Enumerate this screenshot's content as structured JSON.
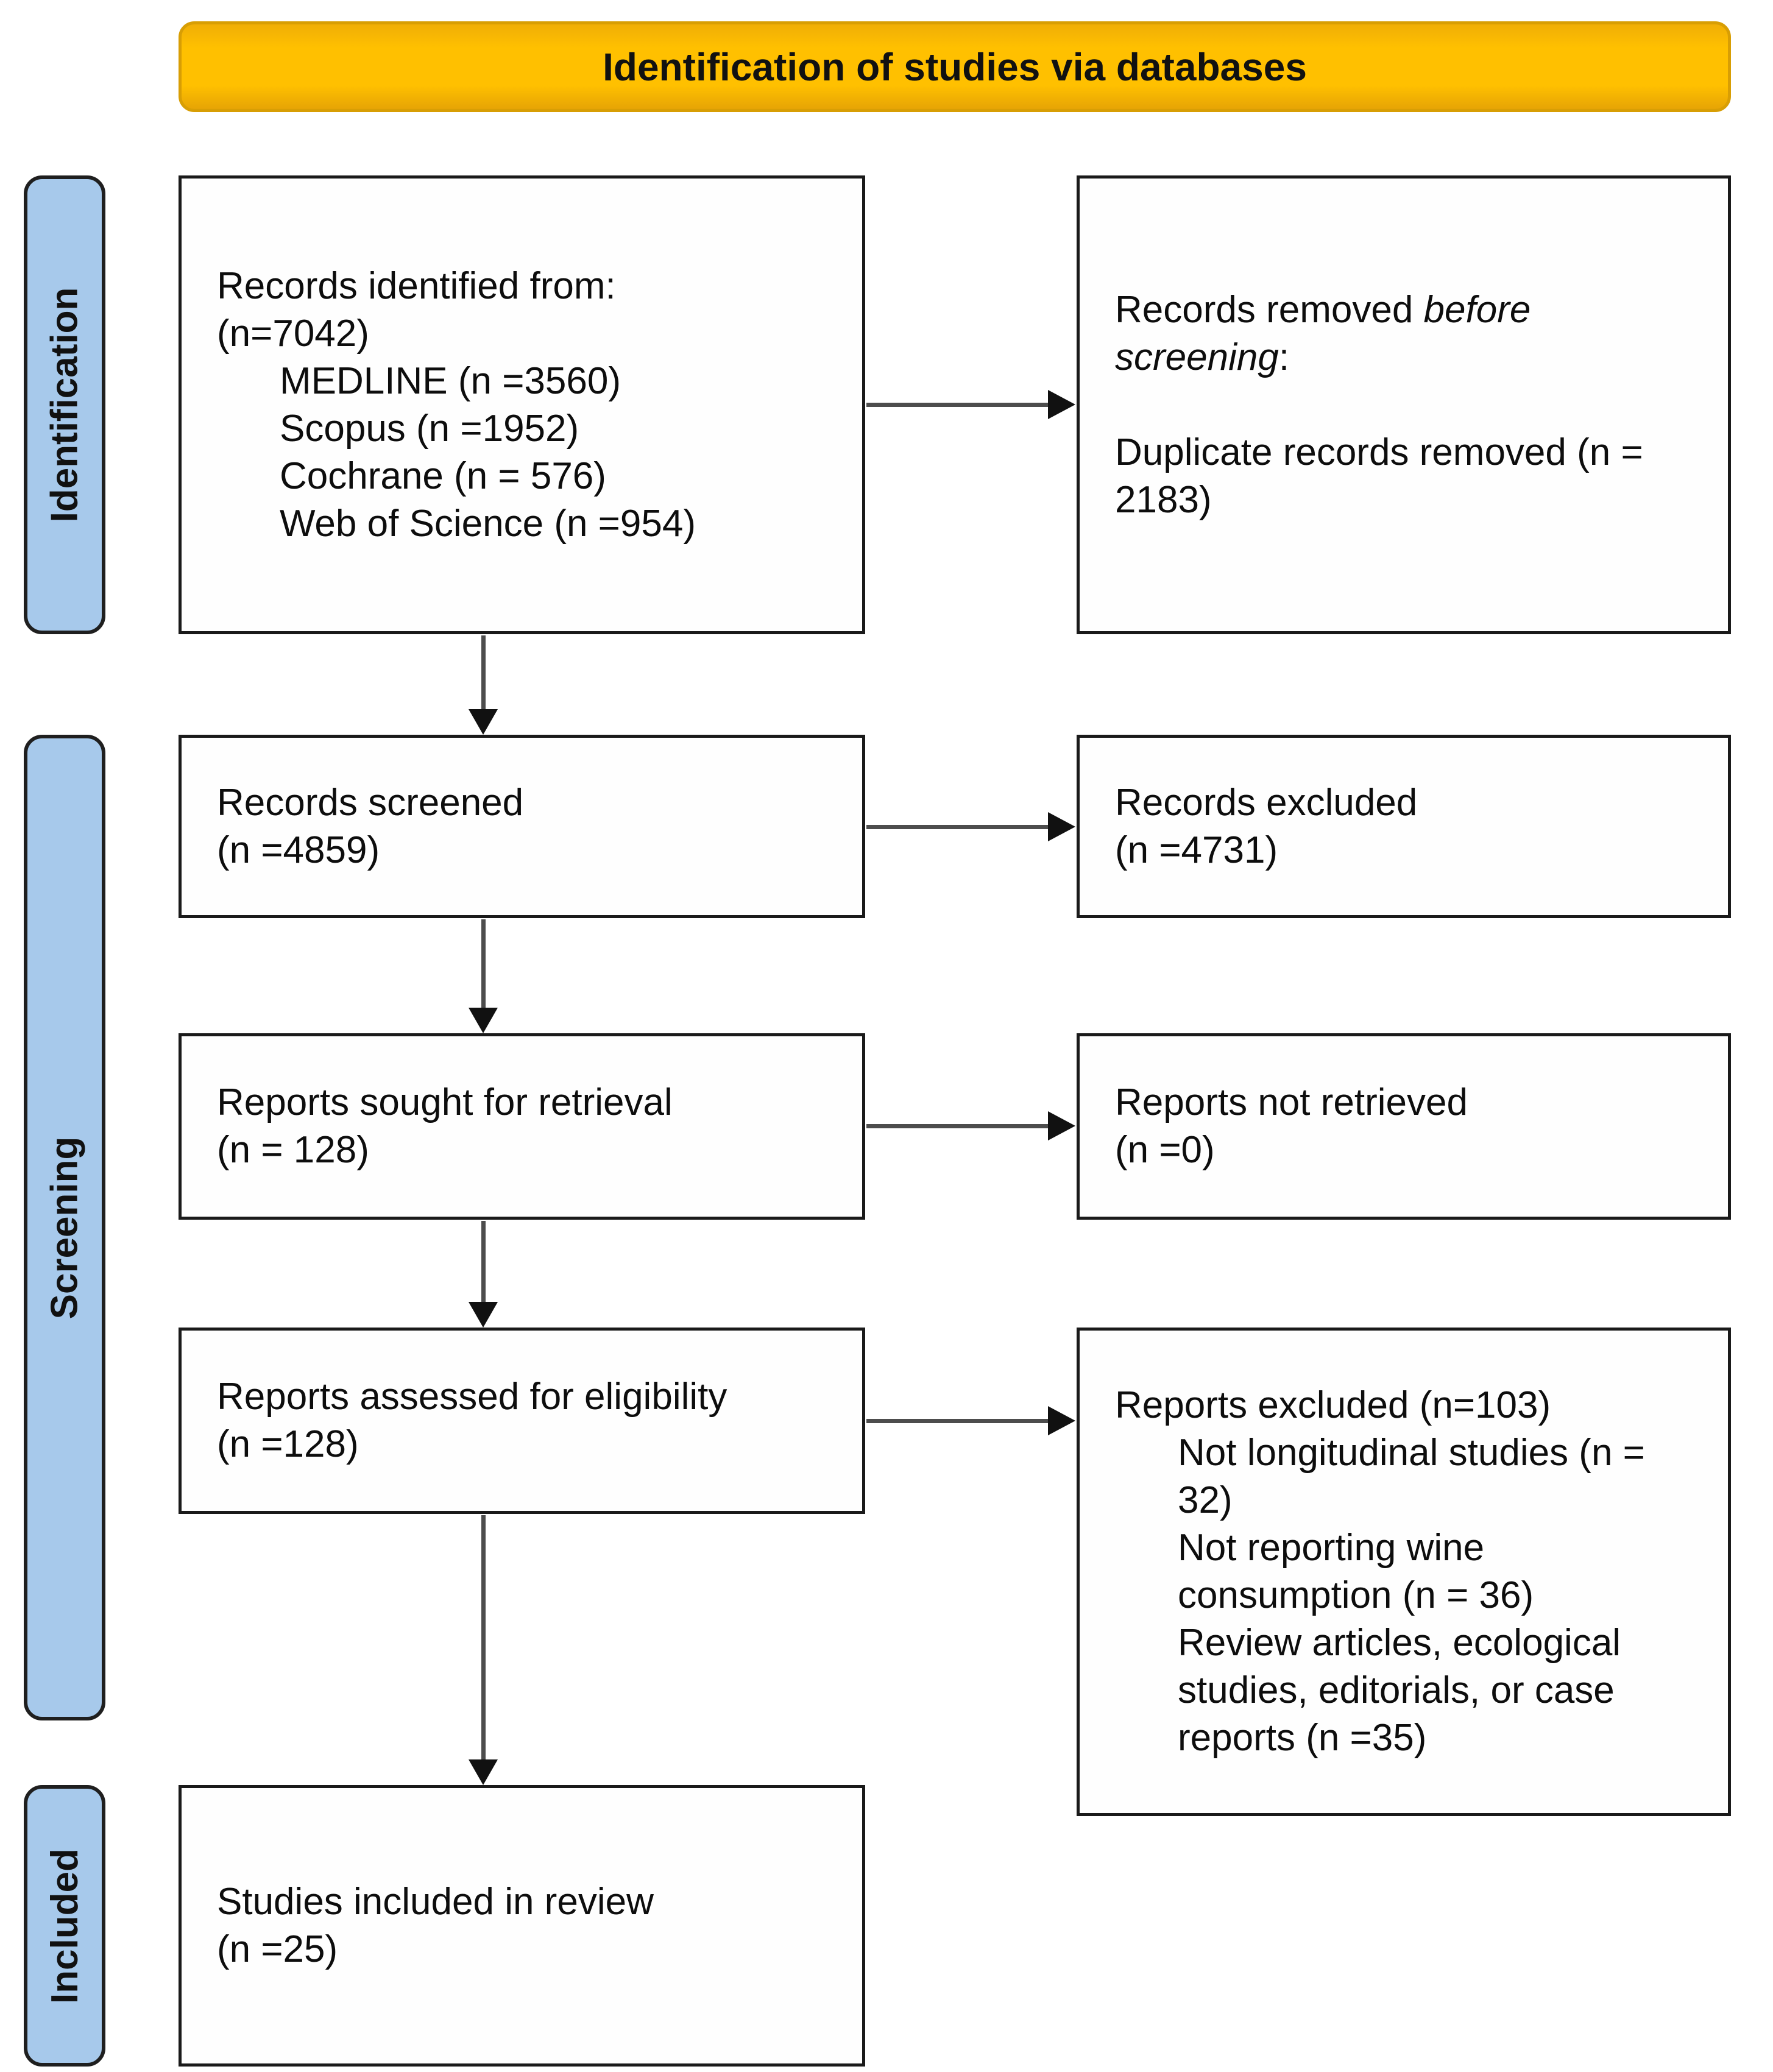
{
  "header": {
    "title": "Identification of studies via databases"
  },
  "sidebar": {
    "stages": [
      {
        "label": "Identification"
      },
      {
        "label": "Screening"
      },
      {
        "label": "Included"
      }
    ]
  },
  "boxes": {
    "records_identified": {
      "lines": [
        "Records identified from:",
        "(n=7042)"
      ],
      "items": [
        "MEDLINE (n =3560)",
        "Scopus (n =1952)",
        "Cochrane (n = 576)",
        "Web of Science (n =954)"
      ]
    },
    "records_removed": {
      "title_line1_normal": "Records removed ",
      "title_line1_italic": "before",
      "title_line2_italic": "screening",
      "title_line2_suffix": ":",
      "body_lines": [
        "Duplicate records removed (n =",
        "2183)"
      ]
    },
    "records_screened": {
      "lines": [
        "Records screened",
        "(n =4859)"
      ]
    },
    "records_excluded": {
      "lines": [
        "Records excluded",
        "(n =4731)"
      ]
    },
    "reports_sought": {
      "lines": [
        "Reports sought for retrieval",
        "(n = 128)"
      ]
    },
    "reports_not_retrieved": {
      "lines": [
        "Reports not retrieved",
        "(n =0)"
      ]
    },
    "reports_assessed": {
      "lines": [
        "Reports assessed for eligibility",
        "(n =128)"
      ]
    },
    "reports_excluded": {
      "title": "Reports excluded (n=103)",
      "item_lines": [
        [
          "Not longitudinal studies (n =",
          "32)"
        ],
        [
          "Not reporting wine",
          "consumption (n = 36)"
        ],
        [
          "Review articles, ecological",
          "studies, editorials, or case",
          "reports (n =35)"
        ]
      ]
    },
    "studies_included": {
      "lines": [
        "Studies included in review",
        "(n =25)"
      ]
    }
  },
  "colors": {
    "banner_bg": "#FFC000",
    "stage_fill": "#A7C9EB",
    "box_border": "#1A1A1A",
    "arrow_line": "#4D4D4D",
    "arrow_head": "#111111"
  }
}
